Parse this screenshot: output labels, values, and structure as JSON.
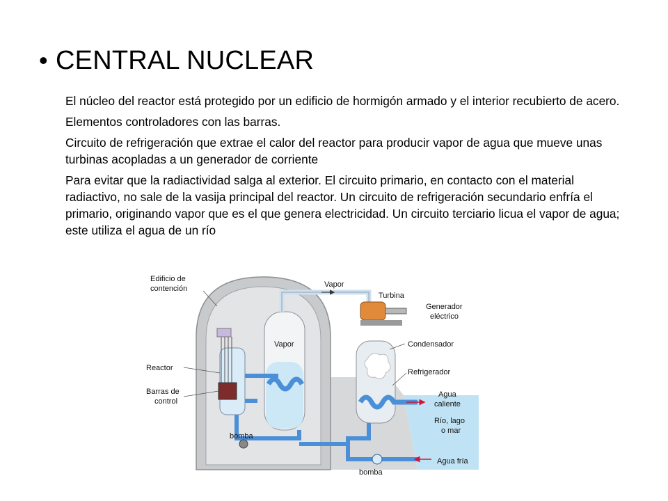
{
  "slide": {
    "bullet": "•",
    "title": "CENTRAL NUCLEAR",
    "paragraphs": [
      "El núcleo del reactor está protegido por un edificio de hormigón armado y el interior recubierto de acero.",
      "Elementos controladores con las barras.",
      "Circuito de refrigeración que extrae el calor del reactor para producir vapor de agua que mueve unas turbinas acopladas a un generador de corriente",
      "Para evitar que la radiactividad salga al exterior. El circuito primario, en contacto con el material radiactivo, no sale de la vasija principal del reactor. Un circuito de refrigeración secundario enfría el primario, originando vapor que es el que genera electricidad. Un circuito terciario licua el vapor de agua; este utiliza el agua de un río"
    ]
  },
  "diagram": {
    "labels": {
      "edificio_1": "Edificio de",
      "edificio_2": "contención",
      "vapor_top": "Vapor",
      "turbina": "Turbina",
      "generador_1": "Generador",
      "generador_2": "eléctrico",
      "vapor_tank": "Vapor",
      "condensador": "Condensador",
      "reactor": "Reactor",
      "refrigerador": "Refrigerador",
      "barras_1": "Barras de",
      "barras_2": "control",
      "agua_caliente_1": "Agua",
      "agua_caliente_2": "caliente",
      "rio_1": "Río, lago",
      "rio_2": "o mar",
      "bomba_left": "bomba",
      "bomba_bottom": "bomba",
      "agua_fria": "Agua fría"
    },
    "colors": {
      "pipe_blue": "#4a8fd8",
      "pipe_light": "#cfe0ee",
      "building": "#c9cacc",
      "water": "#bfe3f4",
      "turbine": "#e08a3a",
      "arrow_red": "#d0163a"
    }
  }
}
